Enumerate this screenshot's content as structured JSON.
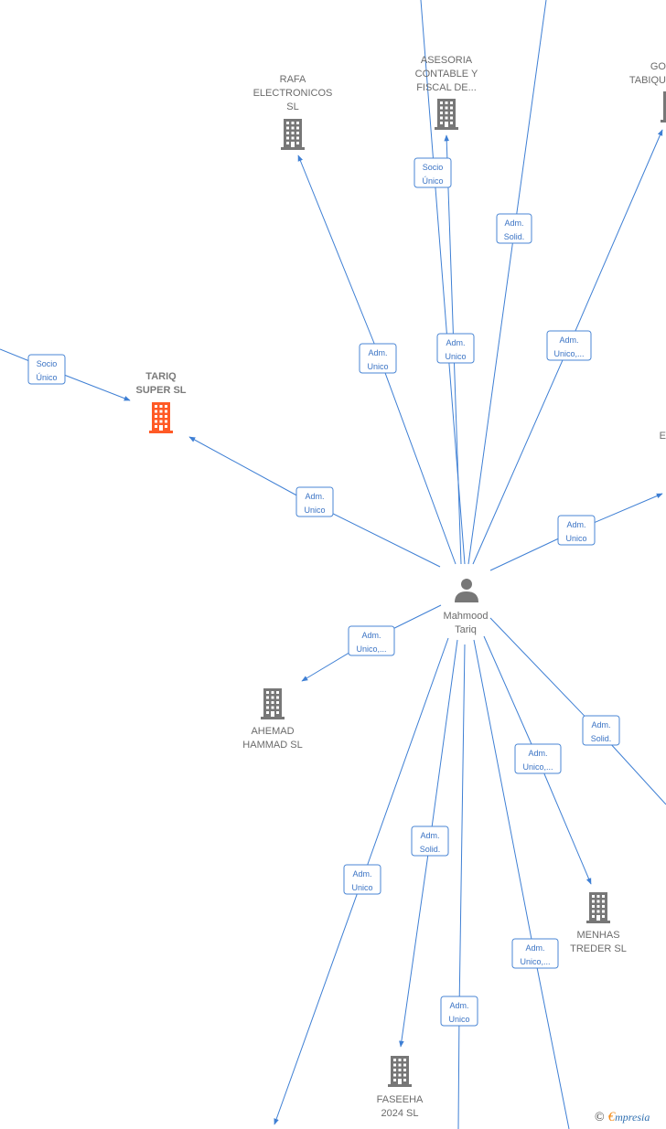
{
  "person": {
    "name_line1": "Mahmood",
    "name_line2": "Tariq",
    "icon": "person-icon"
  },
  "companies": [
    {
      "id": "rafa",
      "lines": [
        "RAFA",
        "ELECTRONICOS",
        "SL"
      ],
      "color": "#777777",
      "icon": "building-icon"
    },
    {
      "id": "asesoria",
      "lines": [
        "ASESORIA",
        "CONTABLE Y",
        "FISCAL DE..."
      ],
      "color": "#777777",
      "icon": "building-icon"
    },
    {
      "id": "go",
      "lines": [
        "GO",
        "TABIQU"
      ],
      "color": "#777777",
      "icon": "building-icon"
    },
    {
      "id": "tariq",
      "lines": [
        "TARIQ",
        "SUPER  SL"
      ],
      "color": "#ff5a26",
      "icon": "building-icon"
    },
    {
      "id": "ahemad",
      "lines": [
        "AHEMAD",
        "HAMMAD SL"
      ],
      "color": "#777777",
      "icon": "building-icon"
    },
    {
      "id": "menhas",
      "lines": [
        "MENHAS",
        "TREDER  SL"
      ],
      "color": "#777777",
      "icon": "building-icon"
    },
    {
      "id": "faseeha",
      "lines": [
        "FASEEHA",
        "2024  SL"
      ],
      "color": "#777777",
      "icon": "building-icon"
    },
    {
      "id": "e_partial",
      "lines": [
        "E"
      ],
      "color": "#777777",
      "icon": ""
    }
  ],
  "edge_labels": [
    {
      "id": "socio-asesoria",
      "lines": [
        "Socio",
        "Único"
      ]
    },
    {
      "id": "adm-solid-top",
      "lines": [
        "Adm.",
        "Solid."
      ]
    },
    {
      "id": "adm-unico-rafa",
      "lines": [
        "Adm.",
        "Unico"
      ]
    },
    {
      "id": "adm-unico-asesoria",
      "lines": [
        "Adm.",
        "Unico"
      ]
    },
    {
      "id": "adm-unico-go",
      "lines": [
        "Adm.",
        "Unico,..."
      ]
    },
    {
      "id": "socio-tariq",
      "lines": [
        "Socio",
        "Único"
      ]
    },
    {
      "id": "adm-unico-tariq",
      "lines": [
        "Adm.",
        "Unico"
      ]
    },
    {
      "id": "adm-unico-e",
      "lines": [
        "Adm.",
        "Unico"
      ]
    },
    {
      "id": "adm-unico-ahemad",
      "lines": [
        "Adm.",
        "Unico,..."
      ]
    },
    {
      "id": "adm-solid-right",
      "lines": [
        "Adm.",
        "Solid."
      ]
    },
    {
      "id": "adm-unico-menhas",
      "lines": [
        "Adm.",
        "Unico,..."
      ]
    },
    {
      "id": "adm-solid-faseeha",
      "lines": [
        "Adm.",
        "Solid."
      ]
    },
    {
      "id": "adm-unico-bottom-left",
      "lines": [
        "Adm.",
        "Unico"
      ]
    },
    {
      "id": "adm-unico-bottom-right",
      "lines": [
        "Adm.",
        "Unico,..."
      ]
    },
    {
      "id": "adm-unico-bottom",
      "lines": [
        "Adm.",
        "Unico"
      ]
    }
  ],
  "footer": {
    "copyright_symbol": "©",
    "brand_initial": "€",
    "brand_rest": "mpresia"
  },
  "colors": {
    "edge": "#3e7fd4",
    "focus_company": "#ff5a26",
    "company": "#777777",
    "person": "#777777"
  }
}
